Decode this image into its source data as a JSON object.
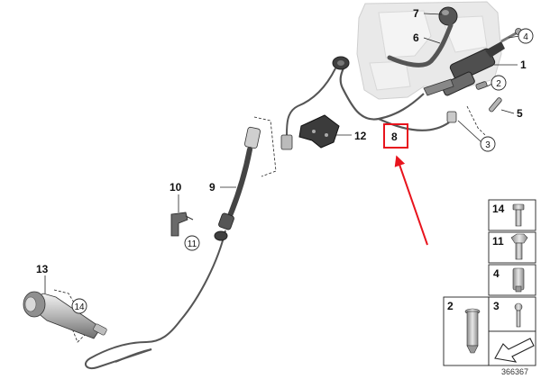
{
  "diagram": {
    "reference_number": "366367",
    "colors": {
      "highlight": "#e8141d",
      "line": "#222222",
      "part_gray": "#a9a9a9",
      "body_gray": "#e6e6e6"
    },
    "callouts": {
      "p1": "1",
      "p2": "2",
      "p3": "3",
      "p4": "4",
      "p5": "5",
      "p6": "6",
      "p7": "7",
      "p8": "8",
      "p9": "9",
      "p10": "10",
      "p11": "11",
      "p12": "12",
      "p13": "13",
      "p14": "14"
    },
    "legend": {
      "l14": "14",
      "l11": "11",
      "l4": "4",
      "l2": "2",
      "l3": "3"
    },
    "highlighted_part": "8"
  }
}
